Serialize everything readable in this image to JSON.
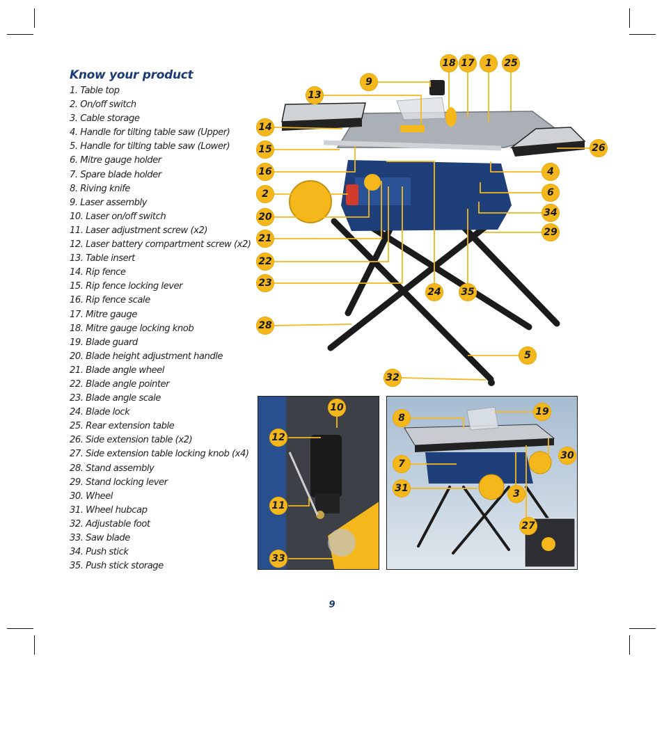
{
  "heading": "Know your product",
  "page_number": "9",
  "parts": [
    "1. Table top",
    "2. On/off switch",
    "3. Cable storage",
    "4. Handle for tilting table saw (Upper)",
    "5. Handle for tilting table saw (Lower)",
    "6. Mitre gauge holder",
    "7. Spare blade holder",
    "8. Riving knife",
    "9. Laser assembly",
    "10. Laser on/off switch",
    "11. Laser adjustment screw (x2)",
    "12. Laser battery compartment screw (x2)",
    "13. Table insert",
    "14. Rip fence",
    "15. Rip fence locking lever",
    "16. Rip fence scale",
    "17. Mitre gauge",
    "18. Mitre gauge locking knob",
    "19. Blade guard",
    "20. Blade height adjustment handle",
    "21. Blade angle wheel",
    "22. Blade angle pointer",
    "23. Blade angle scale",
    "24. Blade lock",
    "25. Rear extension table",
    "26. Side extension table (x2)",
    "27. Side extension table locking knob (x4)",
    "28. Stand assembly",
    "29. Stand locking lever",
    "30. Wheel",
    "31. Wheel hubcap",
    "32. Adjustable foot",
    "33. Saw blade",
    "34. Push stick",
    "35. Push stick storage"
  ],
  "callouts": {
    "main": [
      "18",
      "17",
      "1",
      "25",
      "9",
      "13",
      "14",
      "15",
      "16",
      "2",
      "20",
      "21",
      "22",
      "23",
      "28",
      "26",
      "4",
      "6",
      "34",
      "29",
      "24",
      "35",
      "5",
      "32"
    ],
    "laser_photo": [
      "10",
      "12",
      "11",
      "33"
    ],
    "saw_photo": [
      "8",
      "19",
      "7",
      "30",
      "31",
      "3",
      "27"
    ]
  },
  "colors": {
    "badge": "#f4b81c",
    "heading": "#1d3b73",
    "saw_body": "#1f3f7a",
    "stand": "#1b1b1b"
  }
}
